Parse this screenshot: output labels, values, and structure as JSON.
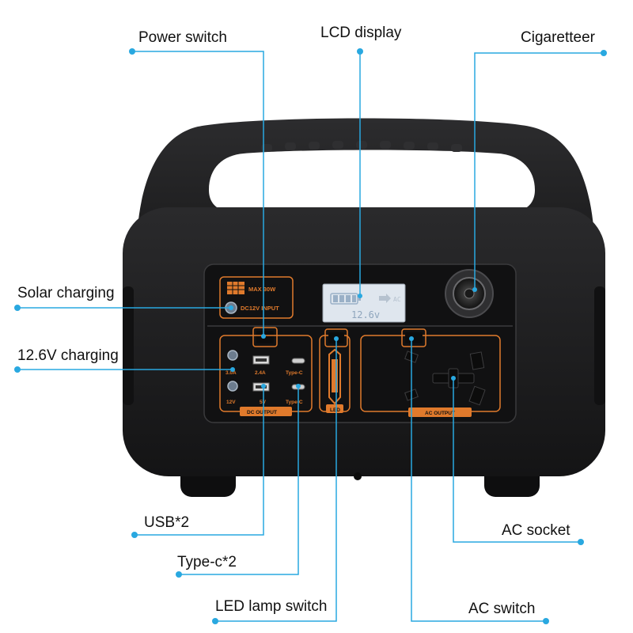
{
  "callouts": {
    "power_switch": "Power switch",
    "lcd_display": "LCD display",
    "cigarette": "Cigaretteer",
    "solar_charging": "Solar charging",
    "charging_12v": "12.6V charging",
    "usb": "USB*2",
    "typec": "Type-c*2",
    "led_switch": "LED lamp switch",
    "ac_socket": "AC socket",
    "ac_switch": "AC switch"
  },
  "panel": {
    "solar_max": "MAX 30W",
    "dc_input": "DC12V  INPUT",
    "lcd_unit": "AC",
    "lcd_value": "12.6v",
    "port_30a": "3.0A",
    "port_12v": "12V",
    "port_24a": "2.4A",
    "port_5v": "5V",
    "port_typec_1": "Type-C",
    "port_typec_2": "Type-C",
    "dc_output": "DC  OUTPUT",
    "led_label": "LED",
    "ac_output": "AC  OUTPUT"
  },
  "colors": {
    "accent_blue": "#29a8e0",
    "accent_orange": "#e07a2c",
    "body": "#1f1f21",
    "lcd": "#dfe6ee"
  }
}
